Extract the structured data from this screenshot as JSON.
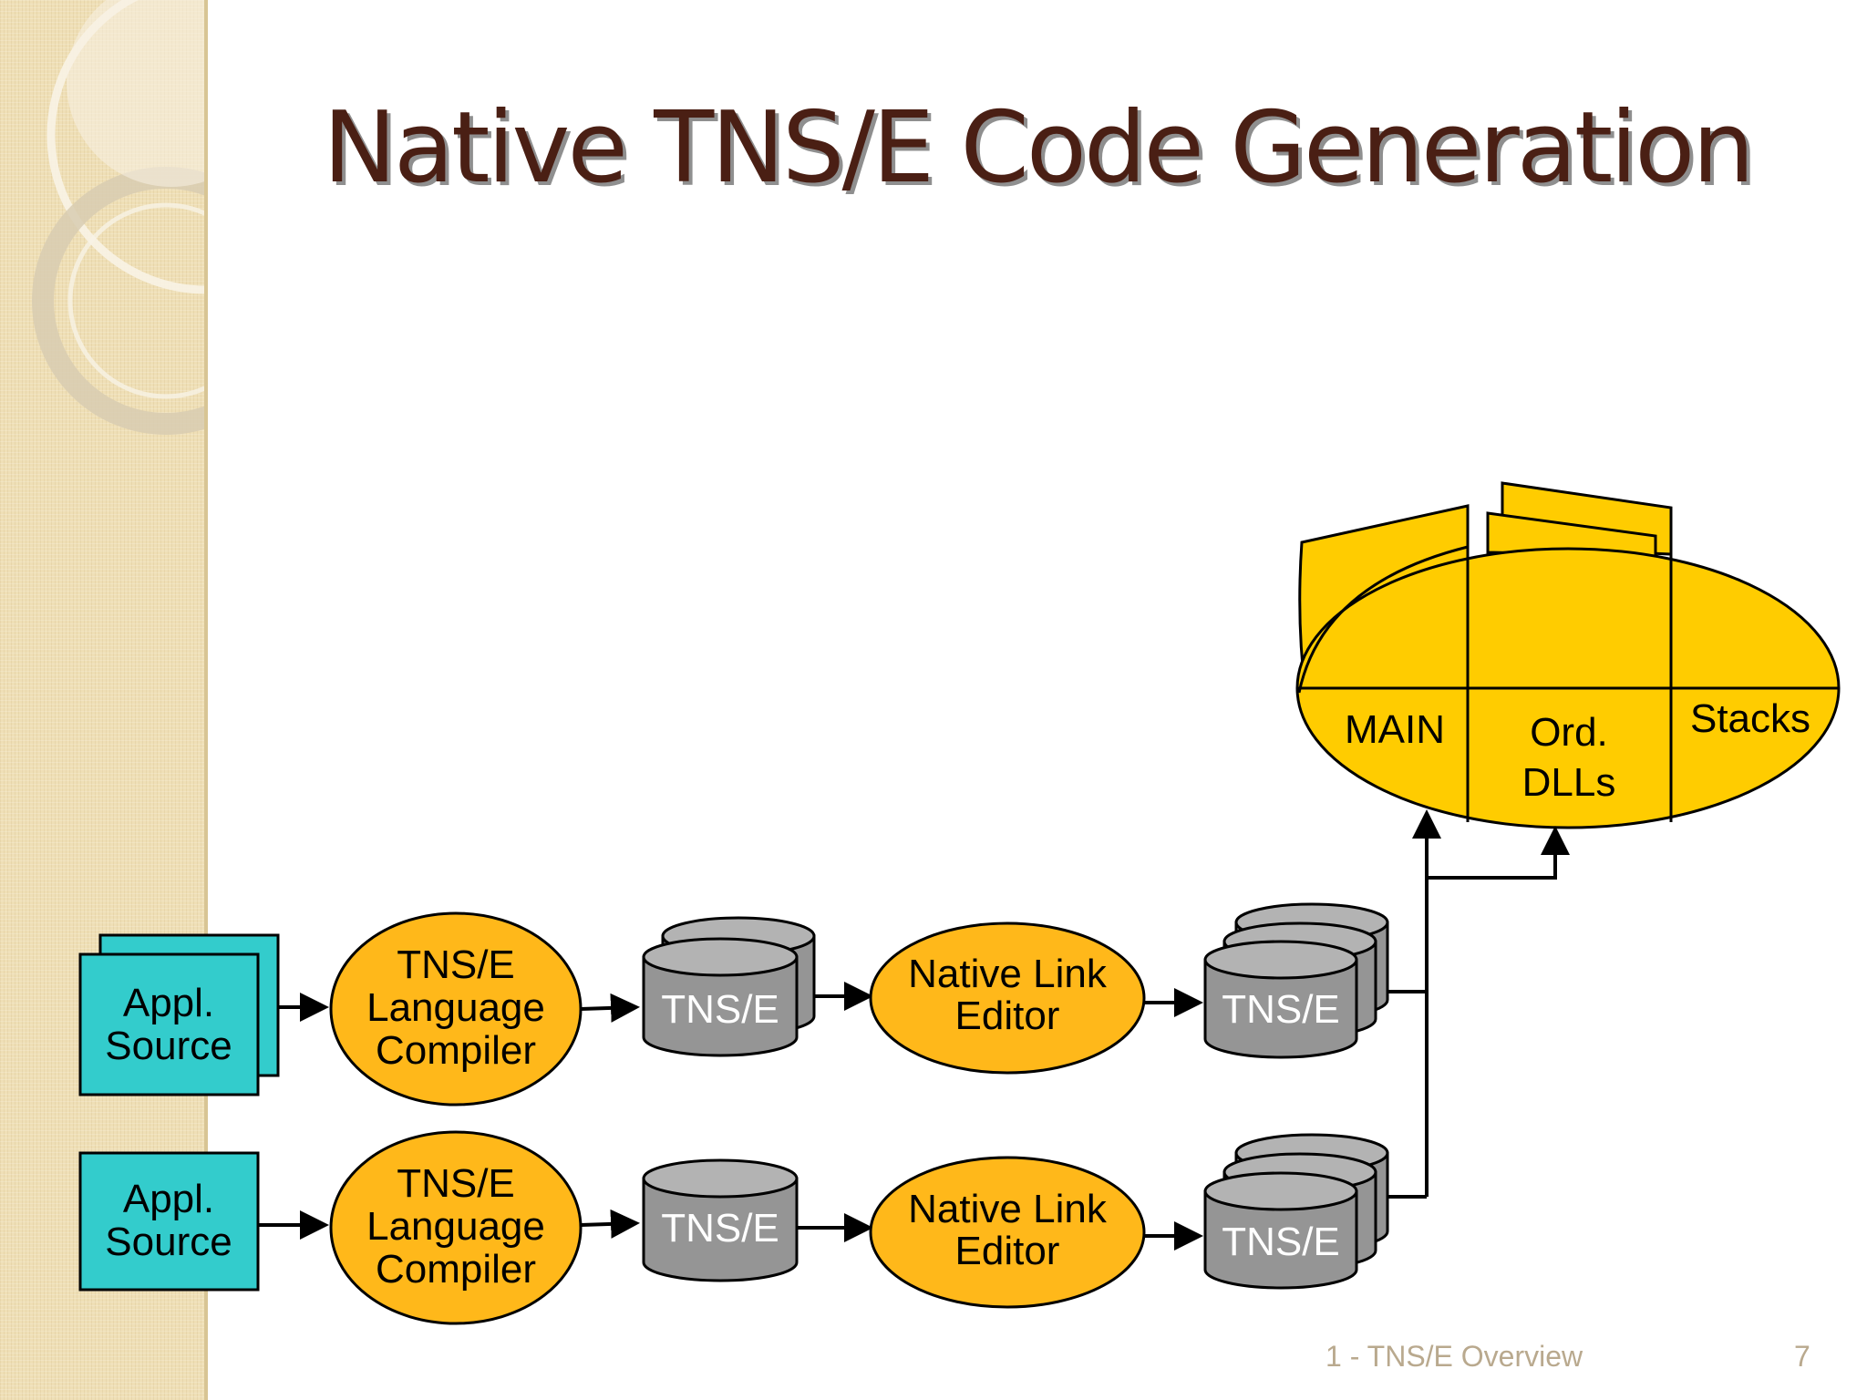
{
  "title": "Native TNS/E Code Generation",
  "footer": {
    "label": "1 - TNS/E Overview",
    "page": "7"
  },
  "colors": {
    "source_box": "#33cccc",
    "process": "#ffb81a",
    "memory": "#ffcc00",
    "database": "#959595",
    "title": "#4a1f14"
  },
  "pipelines": [
    {
      "source": [
        "Appl.",
        "Source"
      ],
      "compiler": [
        "TNS/E",
        "Language",
        "Compiler"
      ],
      "object_file": "TNS/E",
      "linker": [
        "Native Link",
        "Editor"
      ],
      "output": "TNS/E"
    },
    {
      "source": [
        "Appl.",
        "Source"
      ],
      "compiler": [
        "TNS/E",
        "Language",
        "Compiler"
      ],
      "object_file": "TNS/E",
      "linker": [
        "Native Link",
        "Editor"
      ],
      "output": "TNS/E"
    }
  ],
  "memory": {
    "main": "MAIN",
    "dlls": [
      "Ord.",
      "DLLs"
    ],
    "stacks": "Stacks"
  }
}
